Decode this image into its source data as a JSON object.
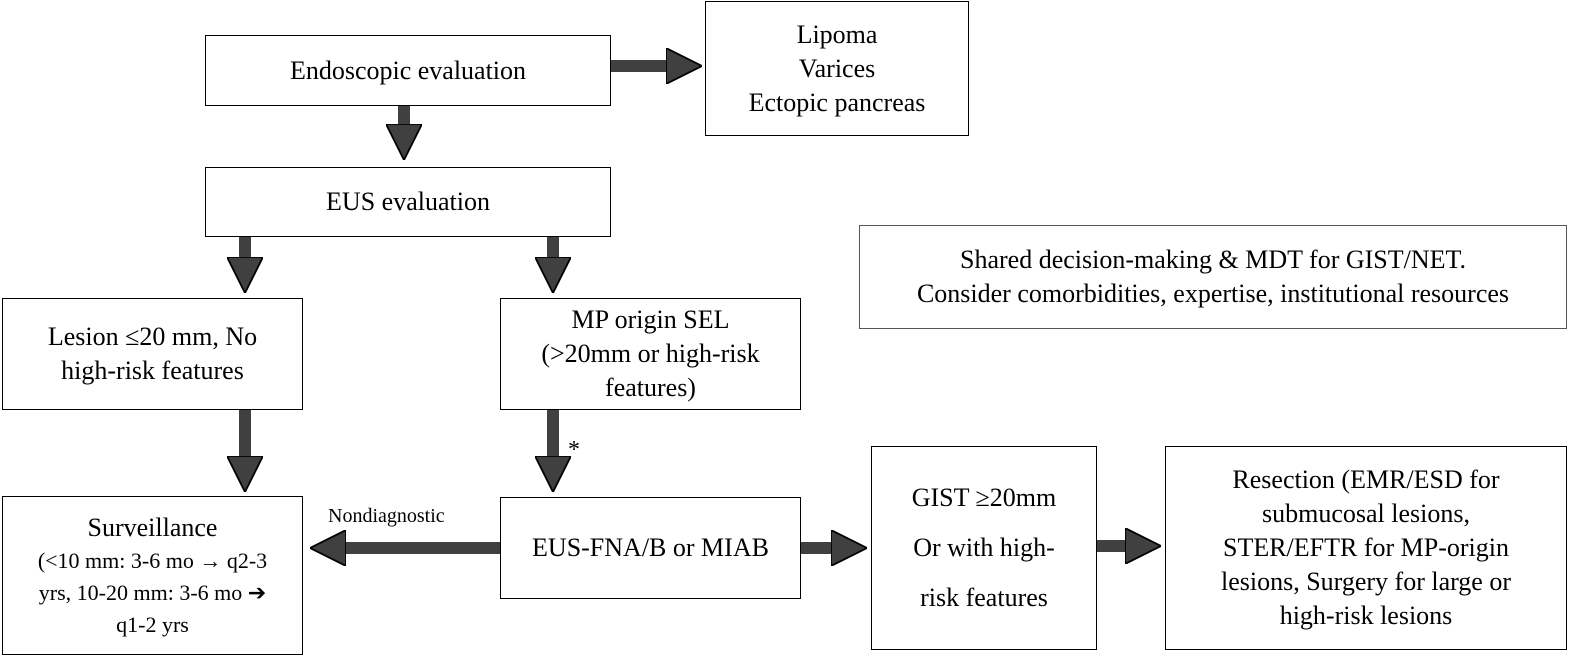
{
  "colors": {
    "arrow": "#404040",
    "border": "#000000"
  },
  "nodes": {
    "endoscopic": {
      "text": "Endoscopic evaluation"
    },
    "benign": {
      "lines": [
        "Lipoma",
        "Varices",
        "Ectopic pancreas"
      ]
    },
    "eus_eval": {
      "text": "EUS evaluation"
    },
    "note": {
      "lines": [
        "Shared decision-making & MDT for GIST/NET.",
        "Consider comorbidities, expertise, institutional resources"
      ]
    },
    "small_lesion": {
      "lines": [
        "Lesion ≤20 mm, No",
        "high-risk features"
      ]
    },
    "mp_origin": {
      "lines": [
        "MP origin SEL",
        "(>20mm or high-risk",
        "features)"
      ]
    },
    "surveillance": {
      "title": "Surveillance",
      "lines": [
        "(<10 mm: 3-6 mo → q2-3",
        "yrs, 10-20 mm: 3-6 mo ➔",
        "q1-2 yrs"
      ]
    },
    "eus_fna": {
      "text": "EUS-FNA/B or MIAB"
    },
    "gist": {
      "lines": [
        "GIST ≥20mm",
        "Or with high-",
        "risk features"
      ]
    },
    "resection": {
      "lines": [
        "Resection (EMR/ESD for",
        "submucosal lesions,",
        "STER/EFTR for MP-origin",
        "lesions, Surgery for large or",
        "high-risk lesions"
      ]
    }
  },
  "edge_labels": {
    "nondiagnostic": "Nondiagnostic",
    "asterisk": "*"
  }
}
